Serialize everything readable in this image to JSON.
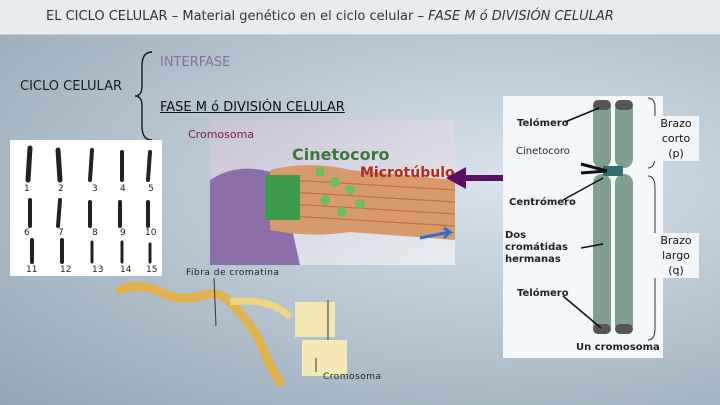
{
  "title": {
    "part1": "EL CICLO CELULAR  –  Material genético en el ciclo celular  –  ",
    "part2": "FASE M ó DIVISIÓN CELULAR"
  },
  "outline": {
    "cycle": "CICLO CELULAR",
    "interphase": "INTERFASE",
    "mphase": "FASE M ó DIVISIÓN CELULAR"
  },
  "labels": {
    "chromosome_top": "Cromosoma",
    "chromatin_fiber": "Fibra de cromatina",
    "chromosome_bottom": "Cromosoma"
  },
  "kinetochore": {
    "cinetocoro": "Cinetocoro",
    "microtubulo": "Microtúbulo"
  },
  "karyotype": {
    "numbers": [
      "1",
      "2",
      "3",
      "4",
      "5",
      "6",
      "7",
      "8",
      "9",
      "10",
      "11",
      "12",
      "13",
      "14",
      "15"
    ]
  },
  "chromosome_diagram": {
    "telomere_top": "Telómero",
    "kinetochore": "Cinetocoro",
    "centromere": "Centrómero",
    "sister_chromatids": "Dos cromátidas hermanas",
    "telomere_bottom": "Telómero",
    "one_chromosome": "Un cromosoma",
    "short_arm": "Brazo corto (p)",
    "long_arm": "Brazo largo (q)"
  },
  "colors": {
    "arrow": "#5b0f63",
    "chromatid": "#7fa08f",
    "kinetochore_text": "#3b7a3b",
    "microtubule_text": "#b22a1c"
  }
}
